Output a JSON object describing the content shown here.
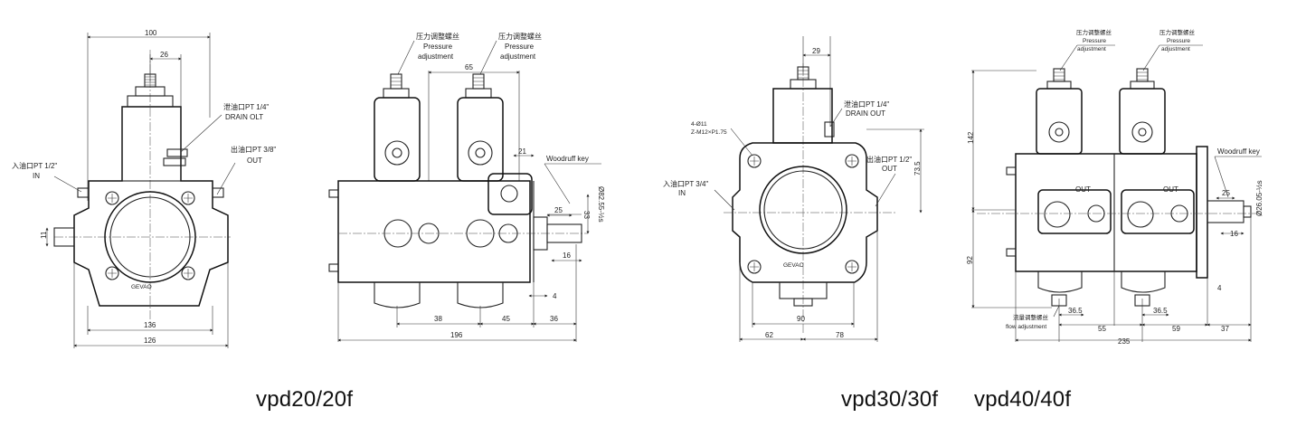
{
  "captions": {
    "left": "vpd20/20f",
    "middle": "vpd30/30f",
    "right": "vpd40/40f"
  },
  "d1": {
    "dim_width": "100",
    "dim_top": "26",
    "drain": "泄油口PT 1/4\"",
    "drain_en": "DRAIN OLT",
    "out": "出油口PT 3/8\"",
    "out_en": "OUT",
    "in": "入油口PT 1/2\"",
    "in_en": "IN",
    "dim_side": "11",
    "dim_b1": "136",
    "dim_b2": "126"
  },
  "d2": {
    "adj1": "压力调整螺丝",
    "adj1_en1": "Pressure",
    "adj1_en2": "adjustment",
    "adj2": "压力调整螺丝",
    "adj2_en1": "Pressure",
    "adj2_en2": "adjustment",
    "dim_65": "65",
    "dim_21": "21",
    "key": "Woodruff key",
    "dim_25": "25",
    "dim_33": "33",
    "dim_shaft": "Ø82.55-½s",
    "dim_16": "16",
    "dim_4": "4",
    "dim_38": "38",
    "dim_45": "45",
    "dim_36": "36",
    "dim_196": "196"
  },
  "d3": {
    "dim_29": "29",
    "drain": "泄油口PT 1/4\"",
    "drain_en": "DRAIN OUT",
    "bolts1": "4-Ø11",
    "bolts2": "Z-M12×P1.75",
    "out": "出油口PT 1/2\"",
    "out_en": "OUT",
    "in": "入油口PT 3/4\"",
    "in_en": "IN",
    "dim_side": "73.5",
    "dim_90": "90",
    "dim_62": "62",
    "dim_78": "78"
  },
  "d4": {
    "adj1": "压力调整螺丝",
    "adj1_en1": "Pressure",
    "adj1_en2": "adjustment",
    "adj2": "压力调整螺丝",
    "adj2_en1": "Pressure",
    "adj2_en2": "adjustment",
    "out1": "OUT",
    "out2": "OUT",
    "key": "Woodruff key",
    "dim_142": "142",
    "dim_92": "92",
    "dim_25": "25",
    "dim_16": "16",
    "dim_4": "4",
    "dim_shaft": "Ø26.05-½s",
    "flow1": "流量调整螺丝",
    "flow2": "flow adjustment",
    "dim_365a": "36.5",
    "dim_365b": "36.5",
    "dim_55": "55",
    "dim_59": "59",
    "dim_37": "37",
    "dim_235": "235"
  }
}
